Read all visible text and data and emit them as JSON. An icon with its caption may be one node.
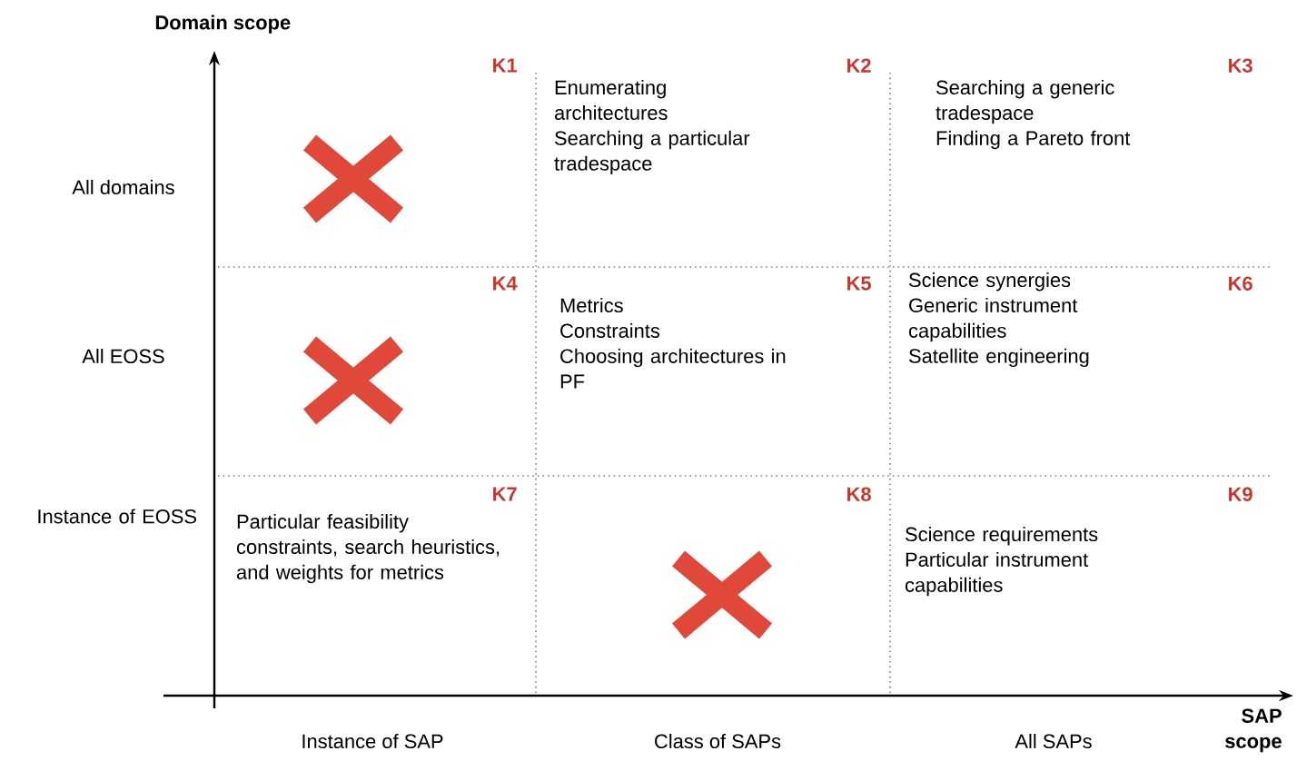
{
  "diagram": {
    "nodes": [
      {
        "text": [
          "K1"
        ]
      },
      {
        "text": [
          "K2",
          "Enumerating architectures",
          "Searching a particular tradespace"
        ]
      },
      {
        "text": [
          "K3",
          "Searching a generic tradespace",
          "Finding a Pareto front"
        ]
      },
      {
        "text": [
          "K4"
        ]
      },
      {
        "text": [
          "K5",
          "Metrics",
          "Constraints",
          "Choosing architectures in PF"
        ]
      },
      {
        "text": [
          "K6",
          "Science synergies",
          "Generic instrument capabilities",
          "Satellite engineering"
        ]
      },
      {
        "text": [
          "K7",
          "Particular feasibility constraints, search heuristics, and weights for metrics"
        ]
      },
      {
        "text": [
          "K8"
        ]
      },
      {
        "text": [
          "K9",
          "Science requirements",
          "Particular instrument capabilities"
        ]
      }
    ],
    "labels": [
      "Domain scope",
      "All domains",
      "All EOSS",
      "Instance of EOSS",
      "Instance of SAP",
      "Class of SAPs",
      "All SAPs",
      "SAP scope"
    ]
  }
}
